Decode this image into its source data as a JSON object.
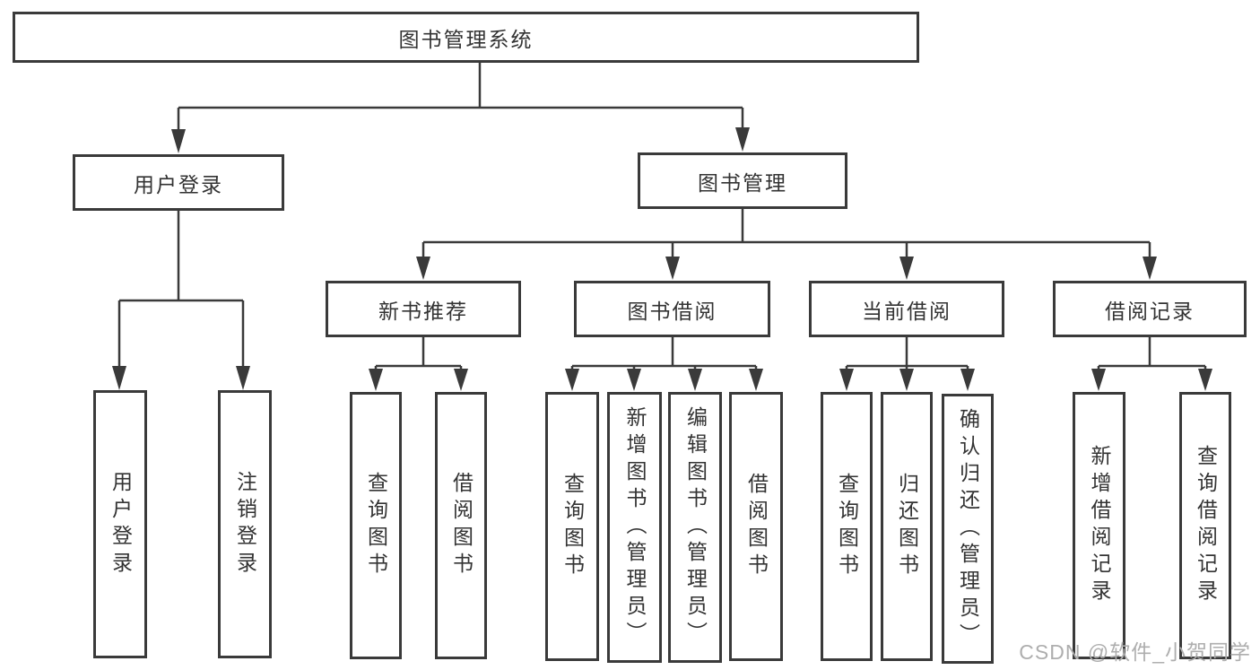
{
  "nodes": {
    "root": "图书管理系统",
    "user_login": "用户登录",
    "book_mgmt": "图书管理",
    "new_book_rec": "新书推荐",
    "book_borrow": "图书借阅",
    "current_borrow": "当前借阅",
    "borrow_records": "借阅记录",
    "leaf_user_login": "用户登录",
    "leaf_logout": "注销登录",
    "leaf_rec_query_book": "查询图书",
    "leaf_rec_borrow_book": "借阅图书",
    "leaf_bor_query_book": "查询图书",
    "leaf_bor_add_book": "新增图书（管理员）",
    "leaf_bor_edit_book": "编辑图书（管理员）",
    "leaf_bor_borrow_book": "借阅图书",
    "leaf_cur_query_book": "查询图书",
    "leaf_cur_return_book": "归还图书",
    "leaf_cur_confirm_return": "确认归还（管理员）",
    "leaf_rc_add_record": "新增借阅记录",
    "leaf_rc_query_record": "查询借阅记录"
  },
  "watermark": "CSDN @软件_小贺同学",
  "colors": {
    "line": "#3a3a3a",
    "text": "#333333",
    "watermark": "#aeaeae",
    "background": "#ffffff"
  }
}
